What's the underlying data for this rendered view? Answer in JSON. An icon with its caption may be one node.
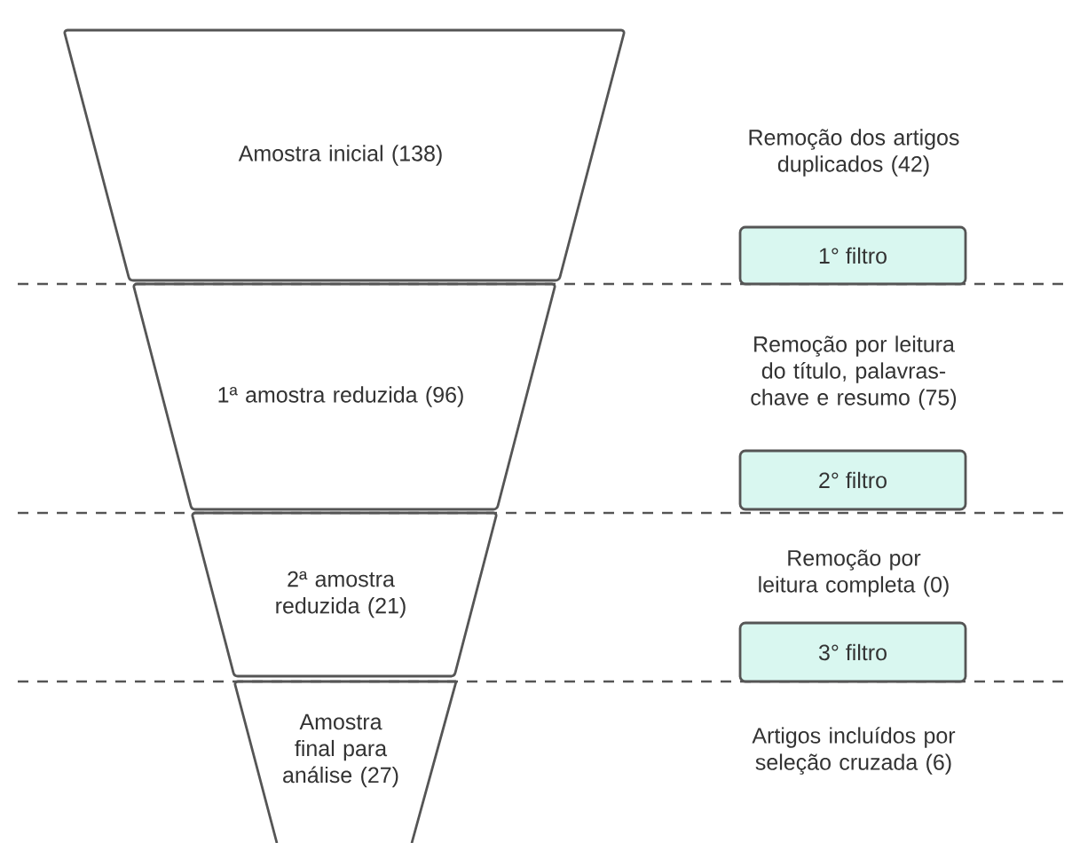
{
  "diagram": {
    "nodes": [
      {
        "text": [
          "Amostra inicial (138)"
        ]
      },
      {
        "text": [
          "1ª amostra reduzida (96)"
        ]
      },
      {
        "text": [
          "2ª amostra reduzida (21)"
        ]
      },
      {
        "text": [
          "Amostra final para análise (27)"
        ]
      },
      {
        "text": [
          "1° filtro"
        ]
      },
      {
        "text": [
          "2° filtro"
        ]
      },
      {
        "text": [
          "3° filtro"
        ]
      }
    ],
    "labels": [
      "Remoção dos artigos duplicados (42)",
      "Remoção por leitura do título, palavras-chave e resumo (75)",
      "Remoção por leitura completa (0)",
      "Artigos incluídos por seleção cruzada (6)"
    ]
  }
}
